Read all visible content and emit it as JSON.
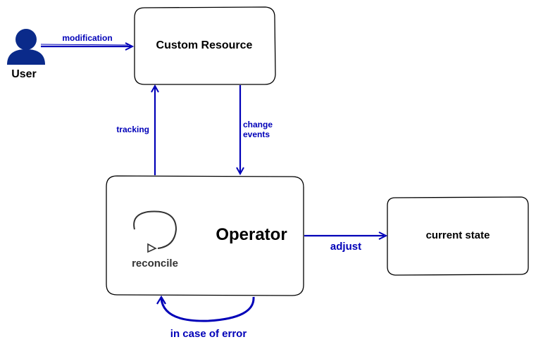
{
  "colors": {
    "accent": "#0000b8",
    "node_stroke": "#000000",
    "node_fill": "#ffffff",
    "reconcile": "#333333"
  },
  "nodes": {
    "user": {
      "label": "User",
      "icon": "user-icon"
    },
    "custom_resource": {
      "label": "Custom Resource"
    },
    "operator": {
      "label": "Operator"
    },
    "reconcile": {
      "label": "reconcile",
      "icon": "reconcile-loop-icon"
    },
    "current_state": {
      "label": "current state"
    }
  },
  "edges": {
    "modification": {
      "label": "modification",
      "from": "User",
      "to": "Custom Resource"
    },
    "tracking": {
      "label": "tracking",
      "from": "Operator",
      "to": "Custom Resource"
    },
    "change_events": {
      "label_line1": "change",
      "label_line2": "events",
      "from": "Custom Resource",
      "to": "Operator"
    },
    "adjust": {
      "label": "adjust",
      "from": "Operator",
      "to": "current state"
    },
    "error": {
      "label": "in case of error",
      "from": "Operator",
      "to": "Operator"
    }
  }
}
